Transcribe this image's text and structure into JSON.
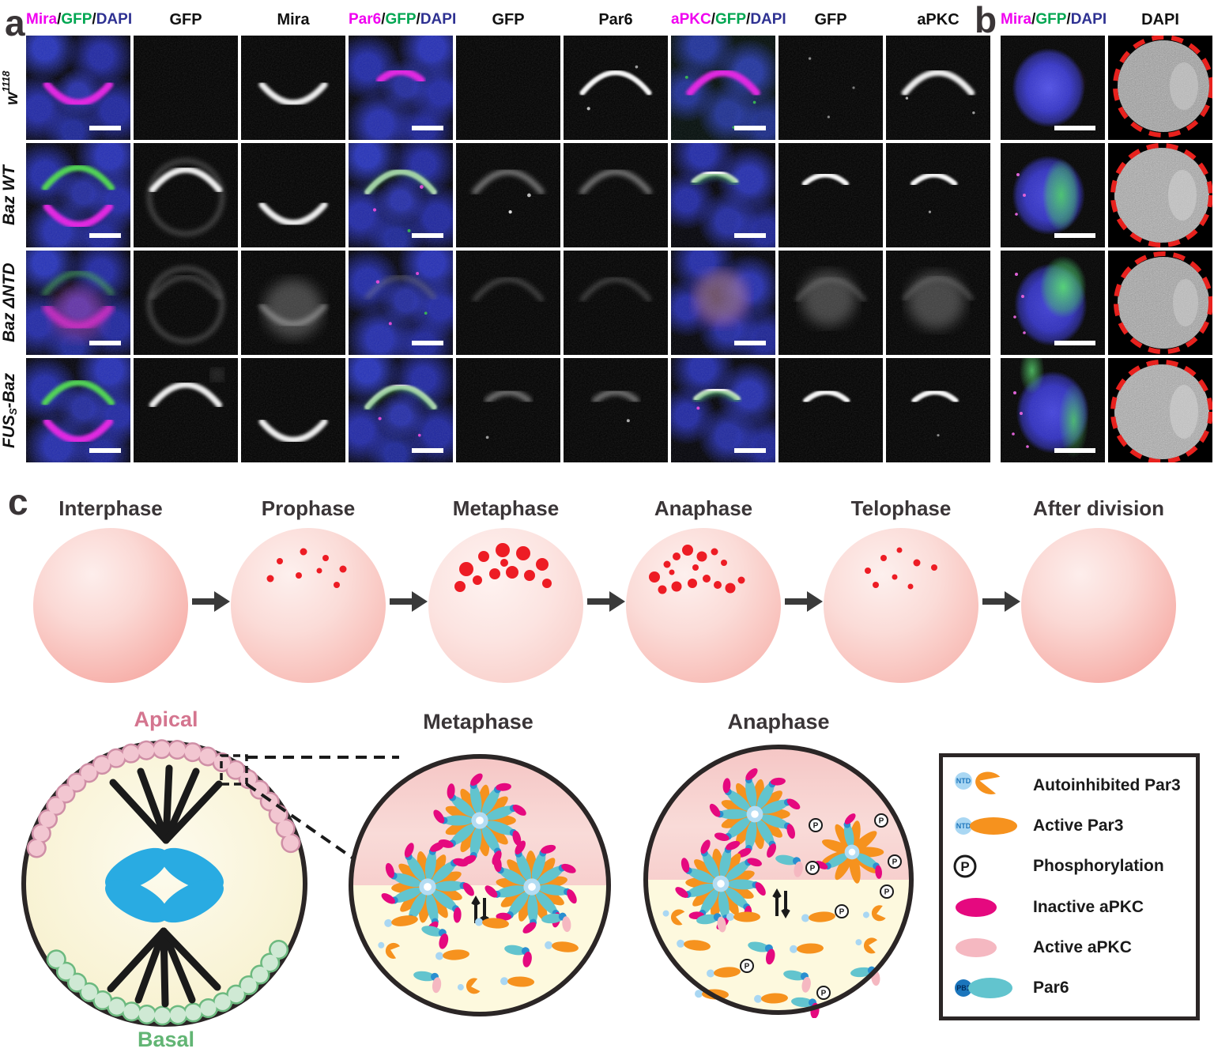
{
  "misc": {
    "slash": "/"
  },
  "colors": {
    "mira_magenta": "#f000f0",
    "gfp_green": "#00a651",
    "dapi_blue": "#2e3192",
    "red_dot": "#ed1c24",
    "dashed_circle_red": "#e8211d",
    "par3_orange": "#f6921e",
    "par6_teal": "#62c4ce",
    "inactive_apkc_magenta": "#e5097f",
    "active_apkc_pink": "#f5b8c1",
    "ntd_blue": "#a9d7f3",
    "pb1_blue": "#1b75bc",
    "chromosome_blue": "#29abe2",
    "apical_pink": "#d4758f",
    "basal_green": "#62b574"
  },
  "panel_a": {
    "letter": "a",
    "headers": {
      "h1": {
        "p1": "Mira",
        "p2": "GFP",
        "p3": "DAPI"
      },
      "h2": "GFP",
      "h3": "Mira",
      "h4": {
        "p1": "Par6",
        "p2": "GFP",
        "p3": "DAPI"
      },
      "h5": "GFP",
      "h6": "Par6",
      "h7": {
        "p1": "aPKC",
        "p2": "GFP",
        "p3": "DAPI"
      },
      "h8": "GFP",
      "h9": "aPKC"
    },
    "rows": {
      "r1": {
        "pre": "w",
        "sup": "1118",
        "sub": "",
        "post": ""
      },
      "r2": {
        "pre": "Baz WT",
        "sup": "",
        "sub": "",
        "post": ""
      },
      "r3": {
        "pre": "Baz ΔNTD",
        "sup": "",
        "sub": "",
        "post": ""
      },
      "r4": {
        "pre": "FUS",
        "sup": "",
        "sub": "S",
        "post": "-Baz"
      }
    }
  },
  "panel_b": {
    "letter": "b",
    "headers": {
      "h1": {
        "p1": "Mira",
        "p2": "GFP",
        "p3": "DAPI"
      },
      "h2": "DAPI"
    }
  },
  "panel_c": {
    "letter": "c",
    "phases": [
      "Interphase",
      "Prophase",
      "Metaphase",
      "Anaphase",
      "Telophase",
      "After division"
    ],
    "bottom": {
      "apical": "Apical",
      "basal": "Basal",
      "metaphase": "Metaphase",
      "anaphase": "Anaphase"
    },
    "p_symbol": "P",
    "legend": {
      "ntd_badge": "NTD",
      "pb1_badge": "PB1",
      "items": [
        {
          "label": "Autoinhibited Par3"
        },
        {
          "label": "Active Par3"
        },
        {
          "label": "Phosphorylation"
        },
        {
          "label": "Inactive aPKC"
        },
        {
          "label": "Active aPKC"
        },
        {
          "label": "Par6"
        }
      ]
    }
  }
}
